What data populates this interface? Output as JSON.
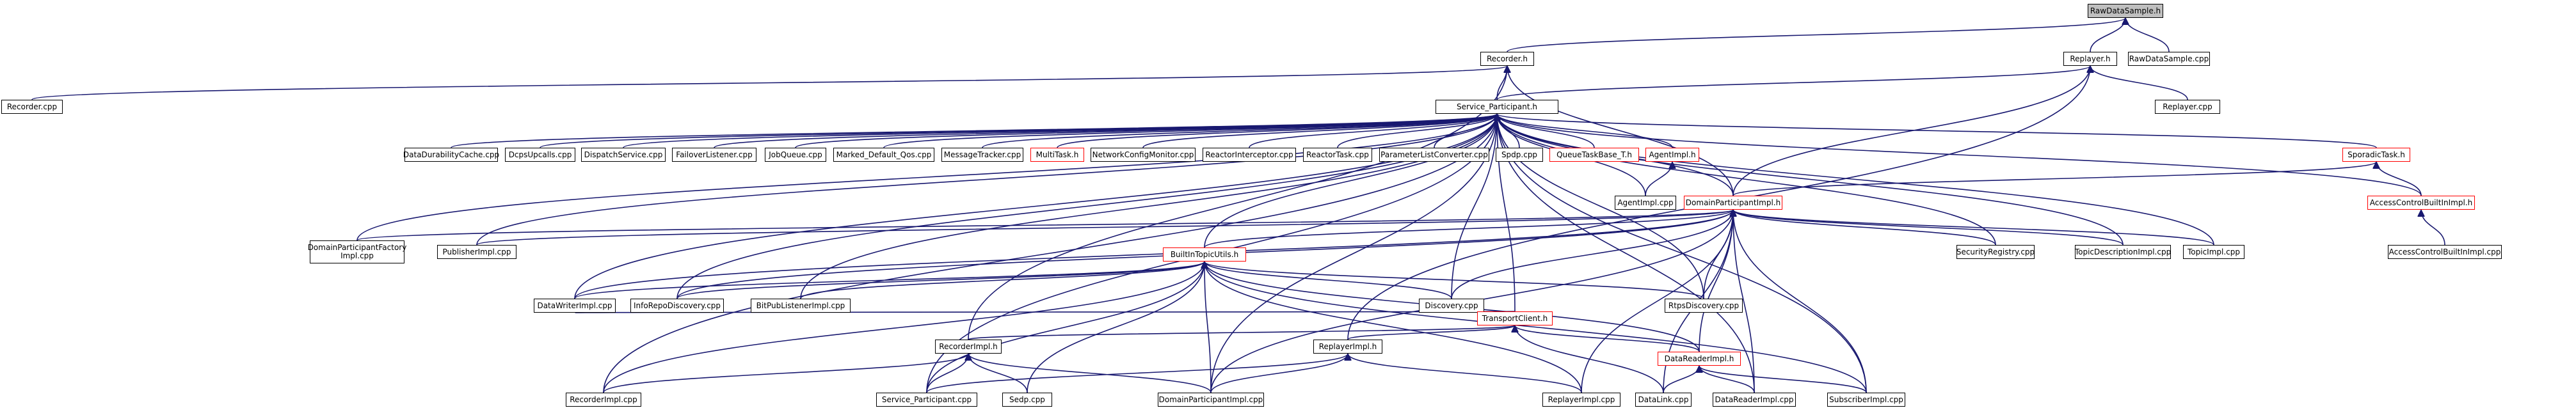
{
  "colors": {
    "edge": "#191970",
    "border": "#000000",
    "border_incomplete": "#ff0000",
    "root_fill": "#bfbfbf"
  },
  "nodes": {
    "raw_data_sample_h": "RawDataSample.h",
    "recorder_h": "Recorder.h",
    "replayer_h": "Replayer.h",
    "raw_data_sample_cpp": "RawDataSample.cpp",
    "recorder_cpp": "Recorder.cpp",
    "service_participant_h": "Service_Participant.h",
    "replayer_cpp": "Replayer.cpp",
    "data_durability_cache_cpp": "DataDurabilityCache.cpp",
    "dcps_upcalls_cpp": "DcpsUpcalls.cpp",
    "dispatch_service_cpp": "DispatchService.cpp",
    "failover_listener_cpp": "FailoverListener.cpp",
    "job_queue_cpp": "JobQueue.cpp",
    "marked_default_qos_cpp": "Marked_Default_Qos.cpp",
    "message_tracker_cpp": "MessageTracker.cpp",
    "multi_task_h": "MultiTask.h",
    "network_config_monitor_cpp": "NetworkConfigMonitor.cpp",
    "reactor_interceptor_cpp": "ReactorInterceptor.cpp",
    "reactor_task_cpp": "ReactorTask.cpp",
    "parameter_list_converter_cpp": "ParameterListConverter.cpp",
    "spdp_cpp": "Spdp.cpp",
    "queue_task_base_t_h": "QueueTaskBase_T.h",
    "agent_impl_h": "AgentImpl.h",
    "sporadic_task_h": "SporadicTask.h",
    "agent_impl_cpp": "AgentImpl.cpp",
    "domain_participant_impl_h": "DomainParticipantImpl.h",
    "access_control_builtin_impl_h": "AccessControlBuiltInImpl.h",
    "domain_participant_factory_impl_cpp_1": "DomainParticipantFactory",
    "domain_participant_factory_impl_cpp_2": "Impl.cpp",
    "publisher_impl_cpp": "PublisherImpl.cpp",
    "security_registry_cpp": "SecurityRegistry.cpp",
    "topic_description_impl_cpp": "TopicDescriptionImpl.cpp",
    "topic_impl_cpp": "TopicImpl.cpp",
    "access_control_builtin_impl_cpp": "AccessControlBuiltInImpl.cpp",
    "builtin_topic_utils_h": "BuiltInTopicUtils.h",
    "data_writer_impl_cpp": "DataWriterImpl.cpp",
    "info_repo_discovery_cpp": "InfoRepoDiscovery.cpp",
    "bit_pub_listener_impl_cpp": "BitPubListenerImpl.cpp",
    "discovery_cpp": "Discovery.cpp",
    "rtps_discovery_cpp": "RtpsDiscovery.cpp",
    "transport_client_h": "TransportClient.h",
    "recorder_impl_h": "RecorderImpl.h",
    "replayer_impl_h": "ReplayerImpl.h",
    "data_reader_impl_h": "DataReaderImpl.h",
    "recorder_impl_cpp": "RecorderImpl.cpp",
    "service_participant_cpp": "Service_Participant.cpp",
    "sedp_cpp": "Sedp.cpp",
    "domain_participant_impl_cpp": "DomainParticipantImpl.cpp",
    "replayer_impl_cpp": "ReplayerImpl.cpp",
    "data_link_cpp": "DataLink.cpp",
    "data_reader_impl_cpp": "DataReaderImpl.cpp",
    "subscriber_impl_cpp": "SubscriberImpl.cpp"
  }
}
